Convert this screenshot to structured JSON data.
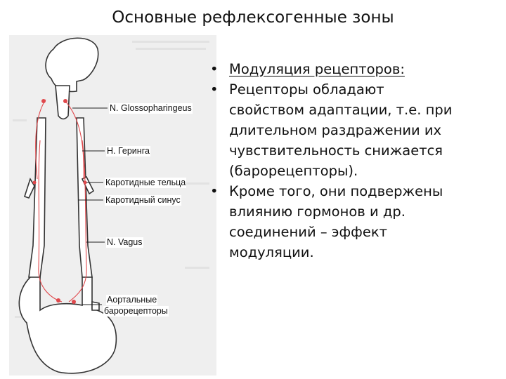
{
  "title": "Основные рефлексогенные зоны",
  "figure": {
    "labels": {
      "glosso": "N. Glossopharingeus",
      "hering": "Н. Геринга",
      "bodies": "Каротидные тельца",
      "sinus": "Каротидный синус",
      "vagus": "N. Vagus",
      "aortic_1": "Аортальные",
      "aortic_2": "барорецепторы"
    }
  },
  "bullets": {
    "marker": "•",
    "b1": "Модуляция рецепторов:",
    "b2_lines": [
      "Рецепторы обладают",
      "свойством адаптации, т.е. при",
      "длительном раздражении их",
      "чувствительность снижается",
      "(барорецепторы)."
    ],
    "b3_lines": [
      "Кроме того, они подвержены",
      "влиянию гормонов и др.",
      "соединений – эффект",
      "модуляции."
    ]
  },
  "colors": {
    "nerve": "#e0484c",
    "stroke": "#333333",
    "paper": "#f1f1f1"
  }
}
